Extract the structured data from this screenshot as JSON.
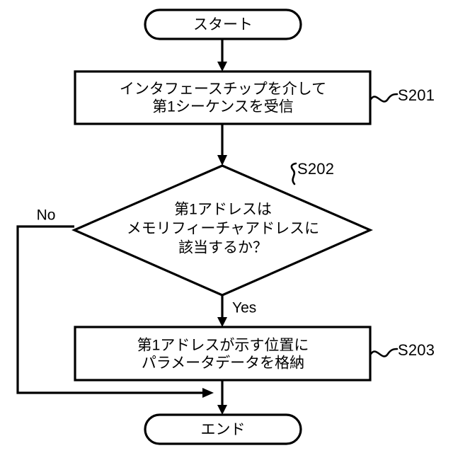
{
  "diagram": {
    "type": "flowchart",
    "language": "ja",
    "colors": {
      "background": "#ffffff",
      "stroke": "#000000",
      "fill": "#ffffff",
      "text": "#000000"
    },
    "nodes": {
      "start": {
        "shape": "stadium",
        "label": "スタート"
      },
      "s201": {
        "shape": "process",
        "line1": "インタフェースチップを介して",
        "line2": "第1シーケンスを受信",
        "ref": "S201"
      },
      "s202": {
        "shape": "decision",
        "line1": "第1アドレスは",
        "line2": "メモリフィーチャアドレスに",
        "line3": "該当するか？",
        "ref": "S202"
      },
      "s203": {
        "shape": "process",
        "line1": "第1アドレスが示す位置に",
        "line2": "パラメータデータを格納",
        "ref": "S203"
      },
      "end": {
        "shape": "stadium",
        "label": "エンド"
      }
    },
    "branches": {
      "no": "No",
      "yes": "Yes"
    }
  }
}
